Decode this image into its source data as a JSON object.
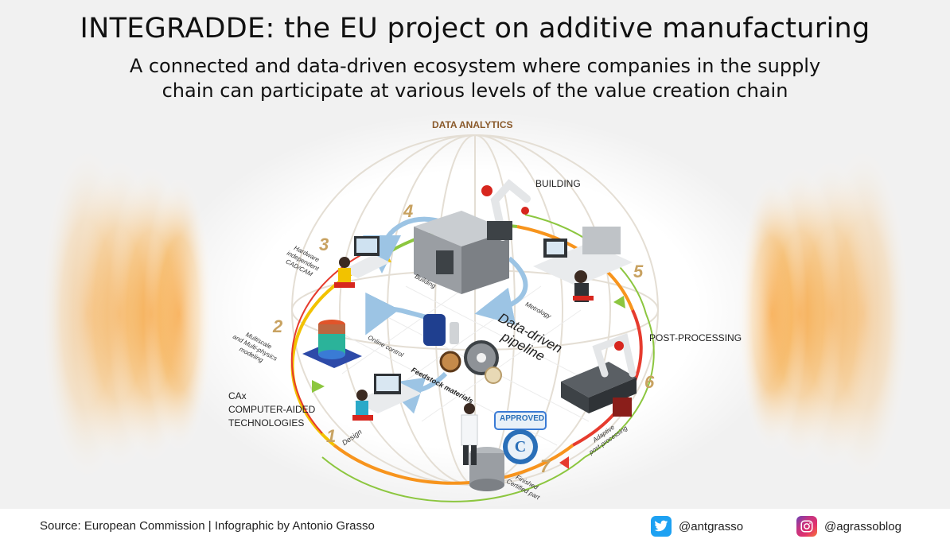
{
  "title": "INTEGRADDE: the EU project on additive manufacturing",
  "subtitle_lines": [
    "A connected and data-driven ecosystem where companies in the supply",
    "chain can participate at various levels of the value creation chain"
  ],
  "diagram": {
    "top_label": "DATA ANALYTICS",
    "center_label_lines": [
      "Data-driven",
      "pipeline"
    ],
    "feedstock_label": "Feedstock materials",
    "online_control_label": "Online control",
    "building_label": "BUILDING",
    "post_processing_label": "POST-PROCESSING",
    "cax_lines": [
      "CAx",
      "COMPUTER-AIDED",
      "TECHNOLOGIES"
    ],
    "approved_label": "APPROVED",
    "approved_mark": "C",
    "steps": [
      {
        "number": "1",
        "label_lines": [
          "Design"
        ]
      },
      {
        "number": "2",
        "label_lines": [
          "Multiscale",
          "and Multi-physics",
          "modeling"
        ]
      },
      {
        "number": "3",
        "label_lines": [
          "Hardware",
          "independent",
          "CAD/CAM"
        ]
      },
      {
        "number": "4",
        "label_lines": [
          "Building"
        ]
      },
      {
        "number": "5",
        "label_lines": [
          "Metrology"
        ]
      },
      {
        "number": "6",
        "label_lines": [
          "Adaptive",
          "post-processing"
        ]
      },
      {
        "number": "7",
        "label_lines": [
          "Finished",
          "Certified part"
        ]
      }
    ],
    "colors": {
      "orange_glow": "#f7941d",
      "step_number": "#c8a261",
      "ring_green": "#8cc63f",
      "ring_yellow": "#f2c200",
      "ring_orange": "#f7941d",
      "ring_red": "#e63b2e",
      "arrow_blue": "#9cc4e4",
      "machine_gray": "#9a9ea3"
    }
  },
  "footer": {
    "source": "Source: European Commission | Infographic by Antonio Grasso",
    "twitter_icon": "twitter-icon",
    "twitter_handle": "@antgrasso",
    "instagram_icon": "instagram-icon",
    "instagram_handle": "@agrassoblog"
  }
}
